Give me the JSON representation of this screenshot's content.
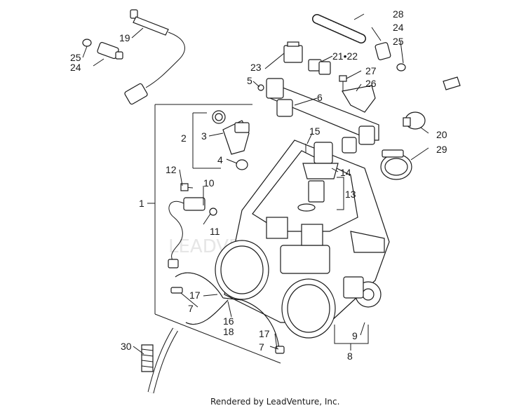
{
  "diagram": {
    "footer": "Rendered by LeadVenture, Inc.",
    "watermark_text": "LEADVENTURE",
    "callouts": {
      "c1": "1",
      "c2": "2",
      "c3": "3",
      "c4": "4",
      "c5": "5",
      "c6": "6",
      "c7a": "7",
      "c7b": "7",
      "c8": "8",
      "c9": "9",
      "c10": "10",
      "c11": "11",
      "c12": "12",
      "c13": "13",
      "c14": "14",
      "c15": "15",
      "c16": "16",
      "c17a": "17",
      "c17b": "17",
      "c18": "18",
      "c19": "19",
      "c20": "20",
      "c2122": "21•22",
      "c23": "23",
      "c24a": "24",
      "c24b": "24",
      "c25a": "25",
      "c25b": "25",
      "c26": "26",
      "c27": "27",
      "c28": "28",
      "c29": "29",
      "c30": "30"
    }
  }
}
